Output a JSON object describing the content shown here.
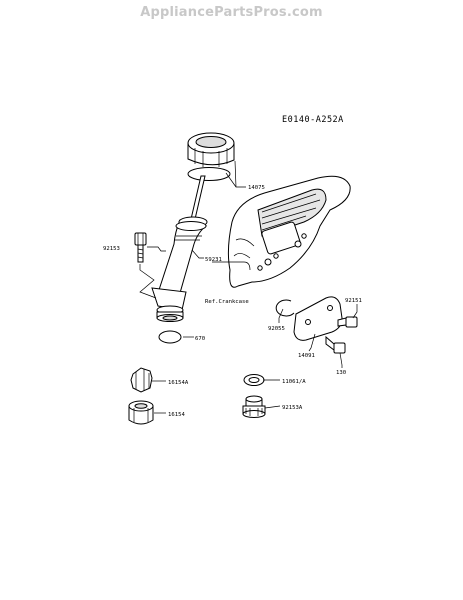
{
  "watermark": "AppliancePartsPros.com",
  "diagram_code": "E0140-A252A",
  "labels": {
    "p14075": "14075",
    "p92153": "92153",
    "p59231": "59231",
    "ref_crankcase": "Ref.Crankcase",
    "p92151": "92151",
    "p92055": "92055",
    "p14091": "14091",
    "p130": "130",
    "p670": "670",
    "p11061": "11061/A",
    "p16154a": "16154A",
    "p92153a": "92153A",
    "p16154": "16154"
  }
}
